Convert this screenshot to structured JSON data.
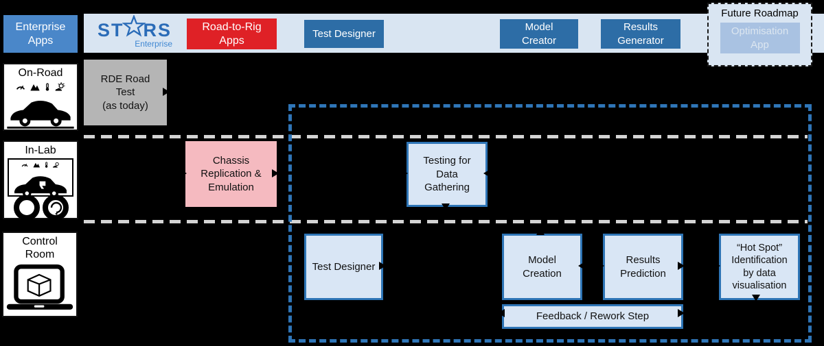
{
  "header": {
    "enterprise_apps": {
      "lines": [
        "Enterprise",
        "Apps"
      ]
    },
    "logo": {
      "left": "ST",
      "right": "RS",
      "sub": "Enterprise"
    },
    "road_to_rig": {
      "lines": [
        "Road-to-Rig",
        "Apps"
      ]
    },
    "test_designer": {
      "lines": [
        "Test Designer"
      ]
    },
    "model_creator": {
      "lines": [
        "Model",
        "Creator"
      ]
    },
    "results_generator": {
      "lines": [
        "Results",
        "Generator"
      ]
    },
    "future_roadmap": {
      "title": "Future Roadmap",
      "app": {
        "lines": [
          "Optimisation",
          "App"
        ]
      }
    }
  },
  "lanes": {
    "on_road": {
      "label": "On-Road"
    },
    "in_lab": {
      "label": "In-Lab"
    },
    "control_room": {
      "lines": [
        "Control",
        "Room"
      ]
    }
  },
  "process": {
    "rde": {
      "lines": [
        "RDE Road",
        "Test",
        "(as today)"
      ]
    },
    "chassis": {
      "lines": [
        "Chassis",
        "Replication &",
        "Emulation"
      ]
    },
    "testing": {
      "lines": [
        "Testing for",
        "Data",
        "Gathering"
      ]
    },
    "test_designer": {
      "lines": [
        "Test Designer"
      ]
    },
    "model_creation": {
      "lines": [
        "Model",
        "Creation"
      ]
    },
    "results_prediction": {
      "lines": [
        "Results",
        "Prediction"
      ]
    },
    "feedback": {
      "lines": [
        "Feedback / Rework Step"
      ]
    },
    "hotspot": {
      "lines": [
        "“Hot Spot”",
        "Identification",
        "by data",
        "visualisation"
      ]
    }
  },
  "colors": {
    "background": "#000000",
    "accent_blue": "#2e75b6",
    "header_strip": "#d9e5f2",
    "enterprise_blue": "#4a87c9",
    "dark_blue": "#2d6da6",
    "red": "#df2126",
    "gray": "#b5b5b5",
    "pink": "#f5bac0",
    "light_blue_fill": "#d9e6f5",
    "optimisation_fill": "#a9c2e2",
    "separator": "#d4d4d4"
  }
}
